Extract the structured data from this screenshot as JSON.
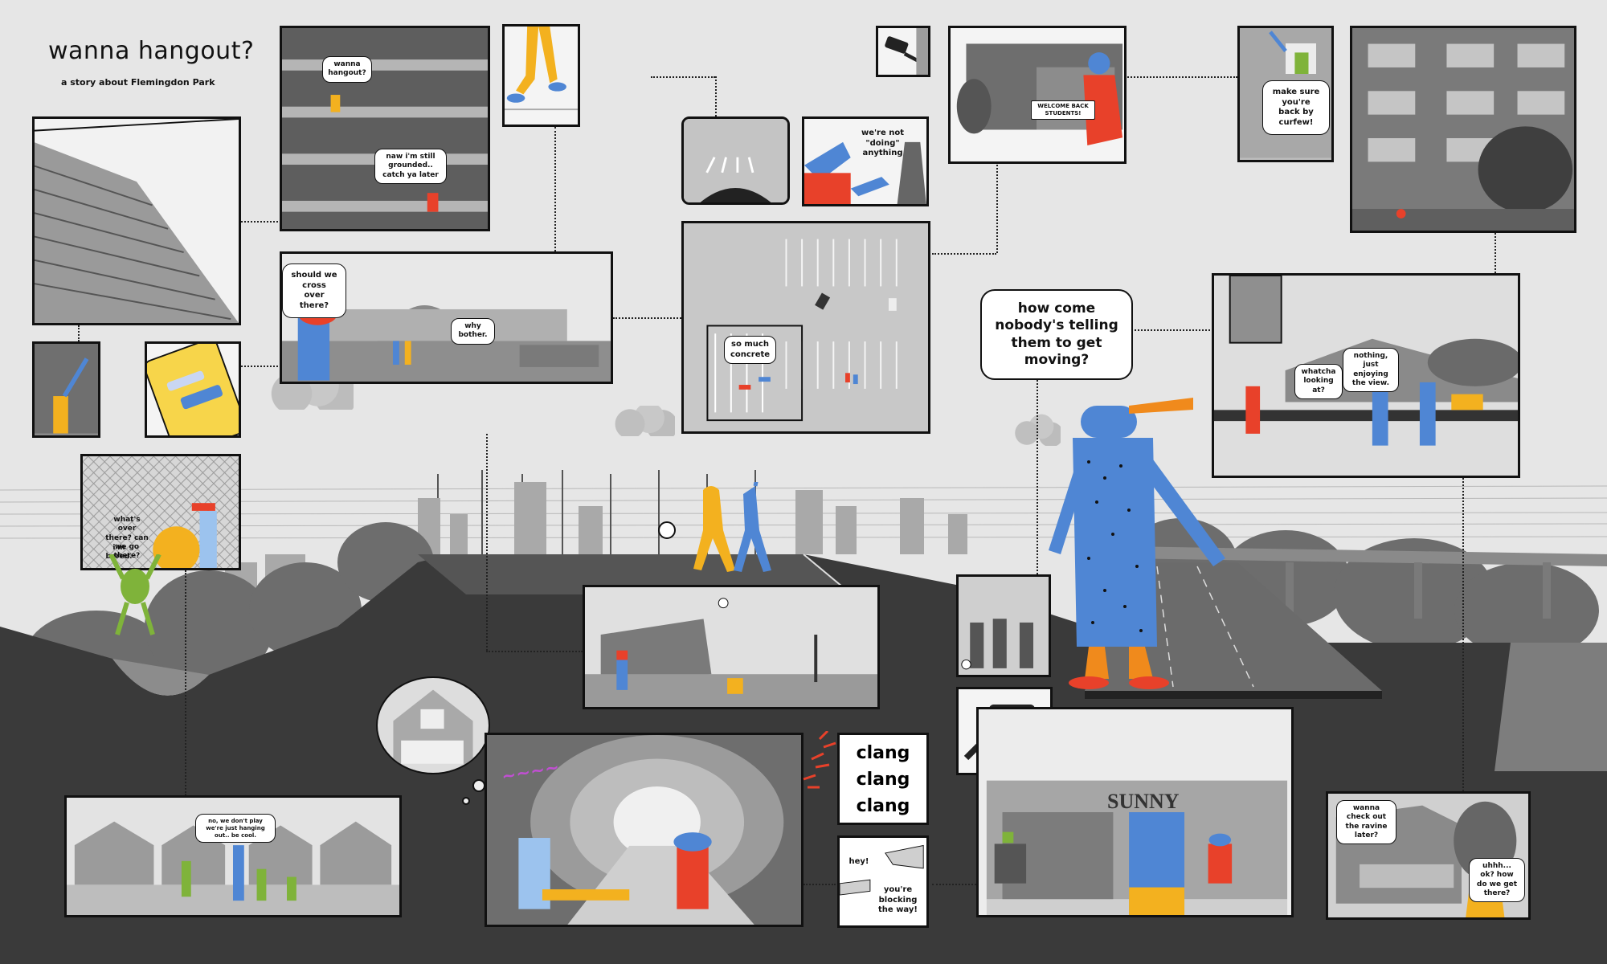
{
  "title": "wanna hangout?",
  "subtitle": "a story about Flemingdon Park",
  "bubbles": {
    "wanna_hangout": "wanna hangout?",
    "still_grounded": "naw i'm still grounded.. catch ya later",
    "cross_over": "should we cross over there?",
    "why_bother": "why bother.",
    "so_much_concrete": "so much concrete",
    "not_doing": "we're not \"doing\" anything",
    "curfew": "make sure you're back by curfew!",
    "nobody_telling": "how come nobody's telling them to get moving?",
    "whatcha_looking": "whatcha looking at?",
    "enjoying_view": "nothing, just enjoying the view.",
    "whats_over_there": "what's over there? can we go there?",
    "im_bored": "i'm bored.",
    "we_dont_play": "no, we don't play we're just hanging out.. be cool.",
    "ravine": "wanna check out the ravine later?",
    "how_get_there": "uhhh... ok? how do we get there?",
    "hey": "hey!",
    "blocking": "you're blocking the way!"
  },
  "banner": "WELCOME BACK STUDENTS!",
  "sign_sunny": "SUNNY",
  "clang": [
    "clang",
    "clang",
    "clang"
  ],
  "colors": {
    "background": "#e6e6e6",
    "ground": "#3a3a3a",
    "blue_char": "#4f86d4",
    "orange_char": "#f08a1c",
    "red_char": "#e8412a",
    "yellow_char": "#f3b11f",
    "green_char": "#7fb33a"
  }
}
